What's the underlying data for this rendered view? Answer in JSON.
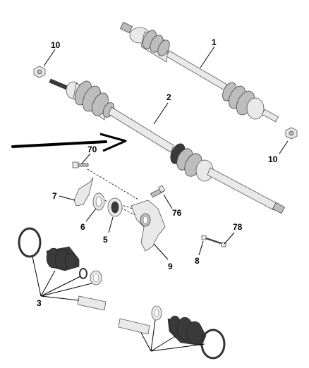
{
  "labels": {
    "p1": "1",
    "p2": "2",
    "p3": "3",
    "p5": "5",
    "p6": "6",
    "p7": "7",
    "p8": "8",
    "p9": "9",
    "p10_top": "10",
    "p10_right": "10",
    "p70": "70",
    "p76": "76",
    "p78": "78"
  },
  "colors": {
    "metal_light": "#e9e9e9",
    "metal_mid": "#bdbdbd",
    "rubber_dark": "#3a3a3a",
    "ink": "#000000"
  }
}
